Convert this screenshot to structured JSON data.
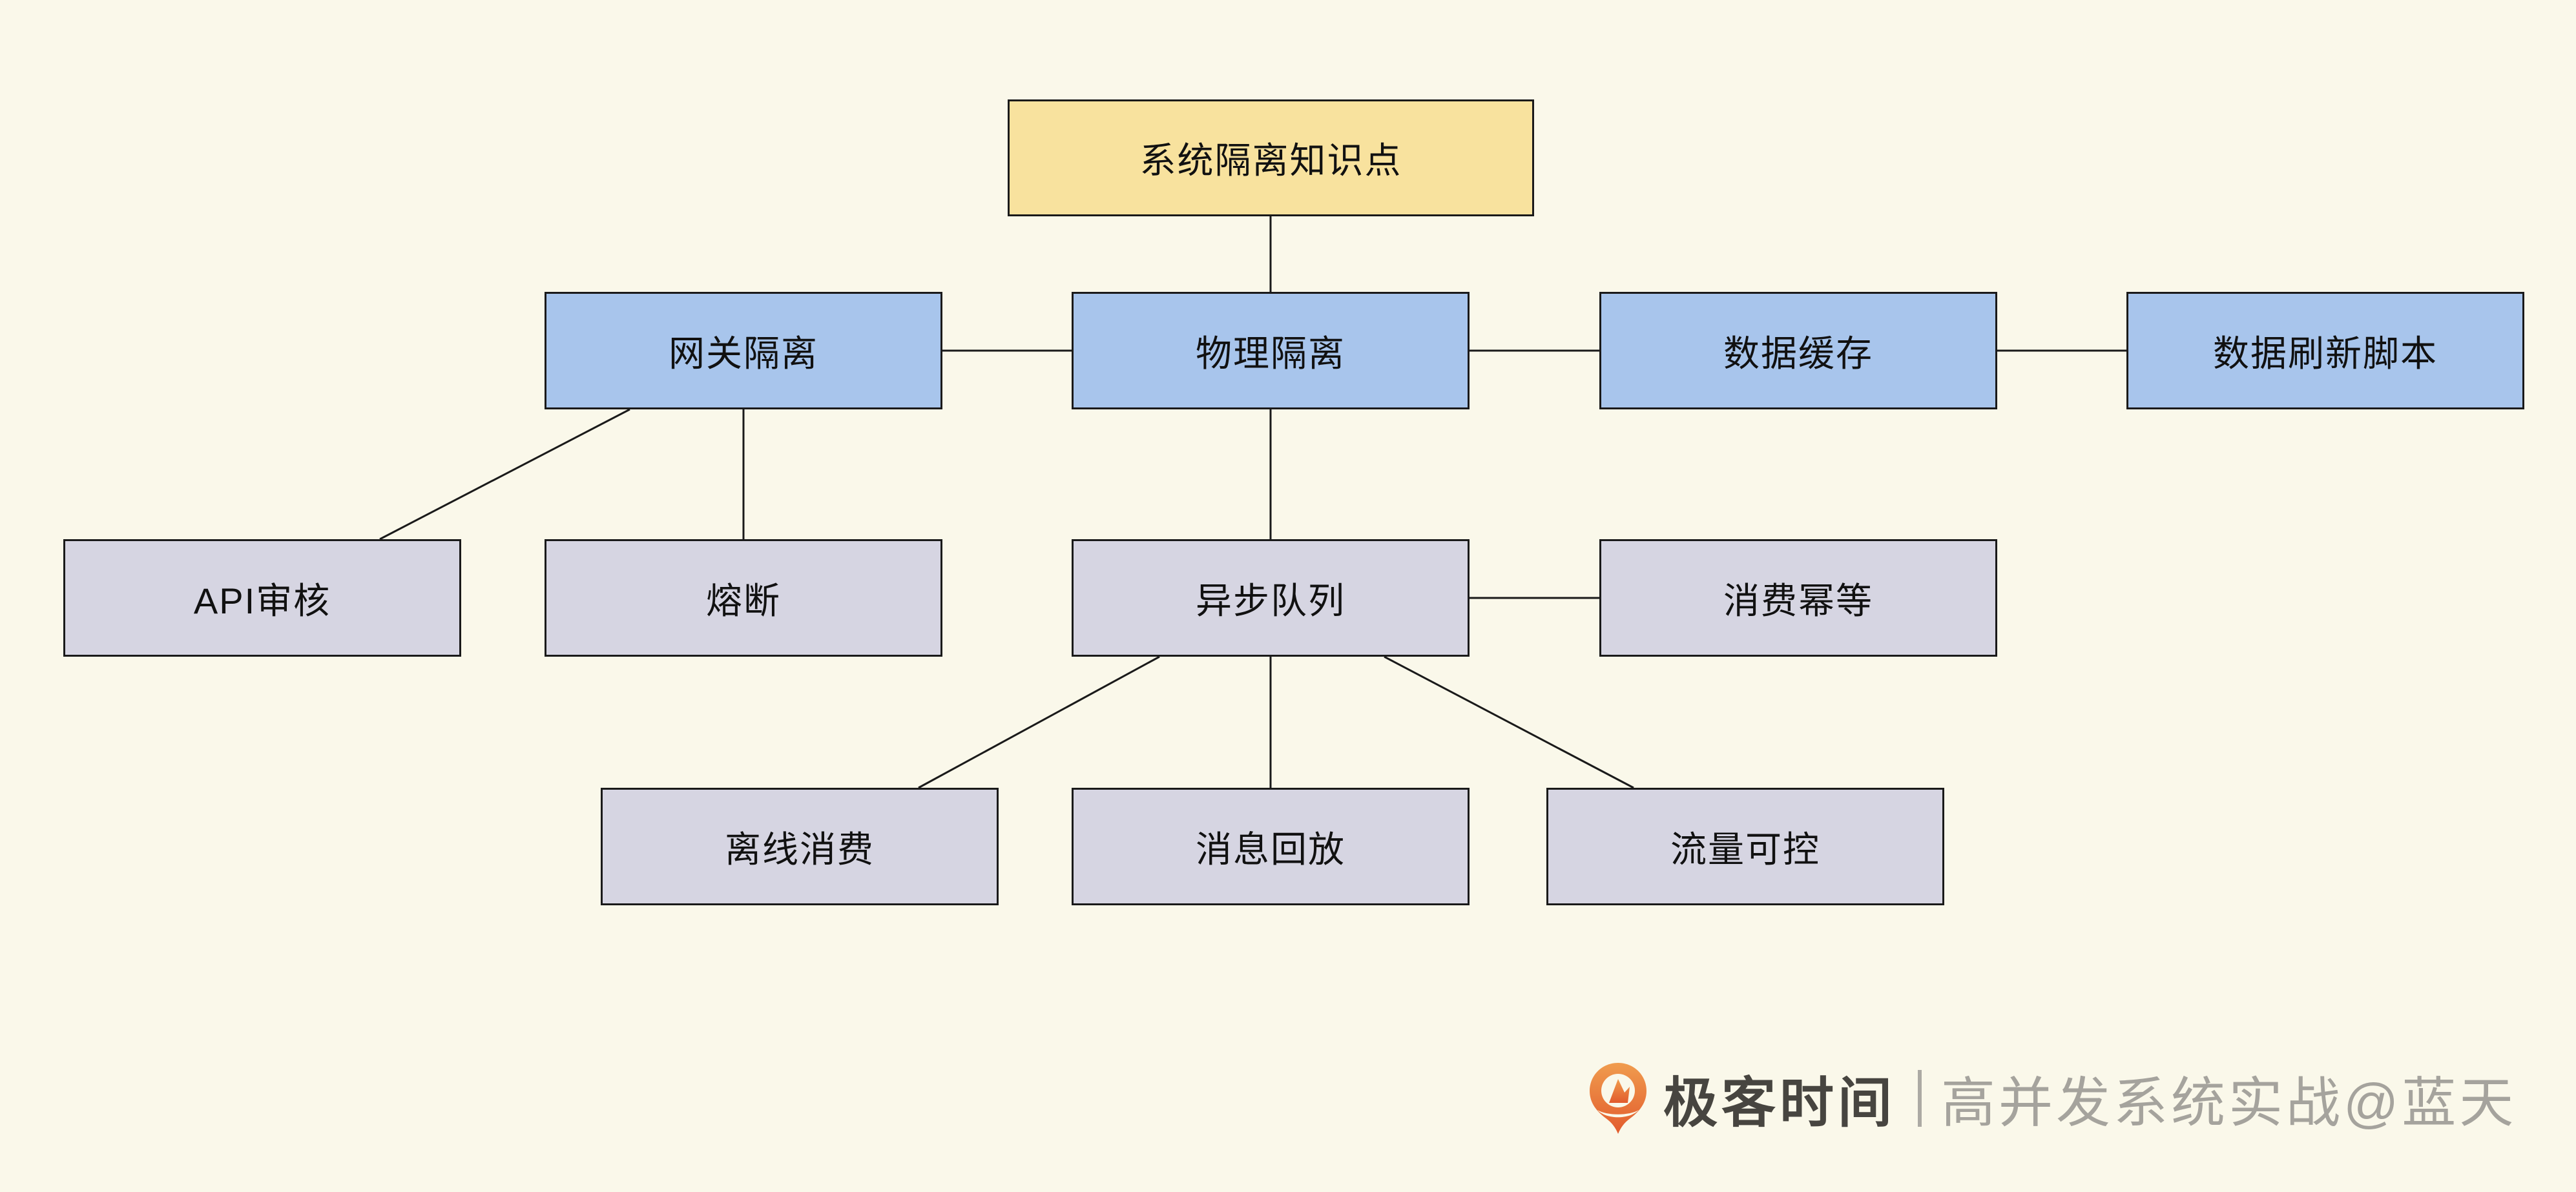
{
  "diagram": {
    "type": "hierarchy-flowchart",
    "nodes": {
      "root": {
        "label": "系统隔离知识点",
        "level": "root"
      },
      "gateway": {
        "label": "网关隔离",
        "level": "2"
      },
      "physical": {
        "label": "物理隔离",
        "level": "2"
      },
      "cache": {
        "label": "数据缓存",
        "level": "2"
      },
      "refresh": {
        "label": "数据刷新脚本",
        "level": "2"
      },
      "api_audit": {
        "label": "API审核",
        "level": "3"
      },
      "fuse": {
        "label": "熔断",
        "level": "3"
      },
      "queue": {
        "label": "异步队列",
        "level": "3"
      },
      "idempotent": {
        "label": "消费幂等",
        "level": "3"
      },
      "offline": {
        "label": "离线消费",
        "level": "4"
      },
      "replay": {
        "label": "消息回放",
        "level": "4"
      },
      "traffic": {
        "label": "流量可控",
        "level": "4"
      }
    },
    "edges": [
      {
        "from": "root",
        "to": "physical"
      },
      {
        "from": "gateway",
        "to": "physical"
      },
      {
        "from": "physical",
        "to": "cache"
      },
      {
        "from": "cache",
        "to": "refresh"
      },
      {
        "from": "gateway",
        "to": "api_audit"
      },
      {
        "from": "gateway",
        "to": "fuse"
      },
      {
        "from": "physical",
        "to": "queue"
      },
      {
        "from": "queue",
        "to": "idempotent"
      },
      {
        "from": "queue",
        "to": "offline"
      },
      {
        "from": "queue",
        "to": "replay"
      },
      {
        "from": "queue",
        "to": "traffic"
      }
    ]
  },
  "watermark": {
    "logo_icon": "geektime-logo",
    "brand": "极客时间",
    "course": "高并发系统实战@蓝天"
  },
  "colors": {
    "background": "#FAF8EA",
    "root_fill": "#F8E29E",
    "level2_fill": "#A8C5EC",
    "leaf_fill": "#D6D5E2",
    "border": "#1A1A1A",
    "connector_line": "#1A1A1A",
    "node_text": "#111111",
    "brand_text": "#474540",
    "course_text": "#A5A39D",
    "logo_orange_top": "#F09C4E",
    "logo_orange_bottom": "#E25B2D"
  }
}
